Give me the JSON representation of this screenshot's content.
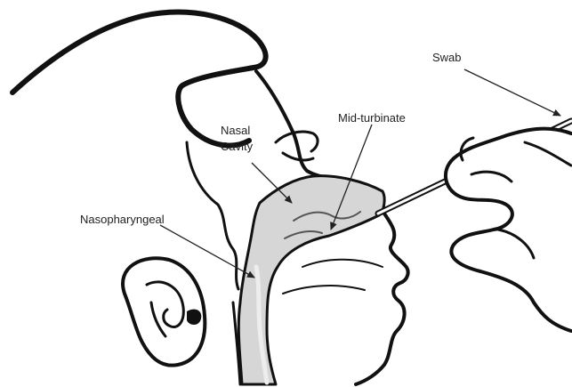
{
  "labels": {
    "swab": "Swab",
    "mid_turbinate": "Mid-turbinate",
    "nasal_cavity_line1": "Nasal",
    "nasal_cavity_line2": "Cavity",
    "nasopharyngeal": "Nasopharyngeal"
  },
  "colors": {
    "outline": "#111111",
    "cavity_fill": "#d6d6d6",
    "cavity_inner": "#ededed",
    "arrow": "#222222"
  }
}
